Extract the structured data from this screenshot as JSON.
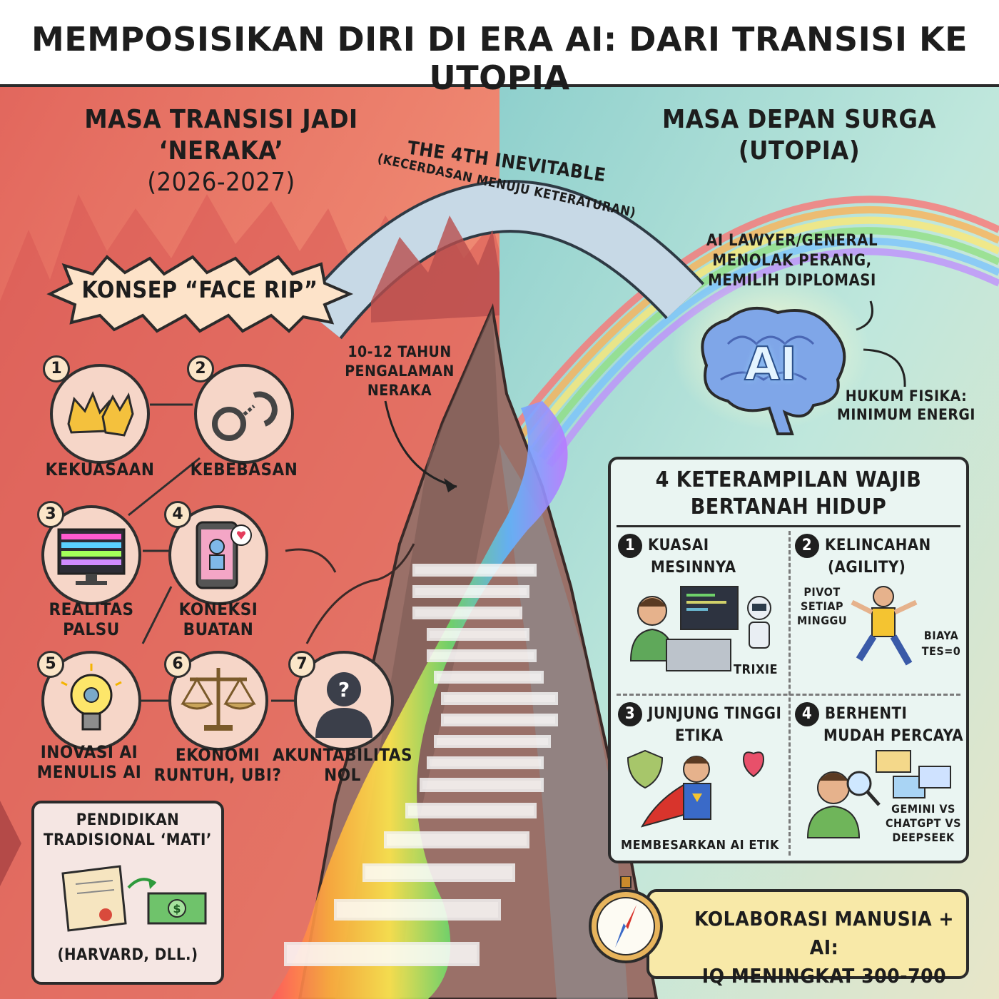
{
  "header": {
    "title": "MEMPOSISIKAN DIRI DI ERA AI: DARI TRANSISI KE UTOPIA"
  },
  "left": {
    "heading_line1": "MASA TRANSISI JADI",
    "heading_line2": "‘NERAKA’",
    "heading_years": "(2026-2027)",
    "face_rip": "KONSEP “FACE RIP”",
    "items": [
      {
        "num": "1",
        "label": "KEKUASAAN",
        "icon": "crown-icon"
      },
      {
        "num": "2",
        "label": "KEBEBASAN",
        "icon": "handcuffs-icon"
      },
      {
        "num": "3",
        "label1": "REALITAS",
        "label2": "PALSU",
        "icon": "glitch-monitor-icon"
      },
      {
        "num": "4",
        "label1": "KONEKSI",
        "label2": "BUATAN",
        "icon": "phone-robot-icon"
      },
      {
        "num": "5",
        "label1": "INOVASI AI",
        "label2": "MENULIS AI",
        "icon": "lightbulb-gear-icon"
      },
      {
        "num": "6",
        "label1": "EKONOMI",
        "label2": "RUNTUH, UBI?",
        "icon": "scales-icon"
      },
      {
        "num": "7",
        "label1": "AKUNTABILITAS",
        "label2": "NOL",
        "icon": "faceless-person-icon"
      }
    ],
    "education": {
      "line1": "PENDIDIKAN",
      "line2": "TRADISIONAL ‘MATI’",
      "note": "(HARVARD, DLL.)"
    }
  },
  "arch": {
    "line1": "THE 4TH INEVITABLE",
    "line2": "(KECERDASAN MENUJU KETERATURAN)"
  },
  "mountain_note": {
    "line1": "10-12 TAHUN",
    "line2": "PENGALAMAN",
    "line3": "NERAKA"
  },
  "right": {
    "heading_line1": "MASA DEPAN SURGA",
    "heading_line2": "(UTOPIA)",
    "ai_note": {
      "line1": "AI LAWYER/GENERAL",
      "line2": "MENOLAK PERANG,",
      "line3": "MEMILIH DIPLOMASI"
    },
    "brain_label": "AI",
    "physics": {
      "line1": "HUKUM FISIKA:",
      "line2": "MINIMUM ENERGI"
    },
    "skills_title_line1": "4 KETERAMPILAN WAJIB",
    "skills_title_line2": "BERTANAH HIDUP",
    "skills": [
      {
        "num": "1",
        "line1": "KUASAI",
        "line2": "MESINNYA",
        "note": "TRIXIE"
      },
      {
        "num": "2",
        "line1": "KELINCAHAN",
        "line2": "(AGILITY)",
        "note1": "PIVOT",
        "note2": "SETIAP",
        "note3": "MINGGU",
        "note4": "BIAYA",
        "note5": "TES=0"
      },
      {
        "num": "3",
        "line1": "JUNJUNG TINGGI",
        "line2": "ETIKA",
        "note": "MEMBESARKAN AI ETIK"
      },
      {
        "num": "4",
        "line1": "BERHENTI",
        "line2": "MUDAH PERCAYA",
        "note1": "GEMINI VS",
        "note2": "CHATGPT VS",
        "note3": "DEEPSEEK"
      }
    ],
    "collab": {
      "line1": "KOLABORASI MANUSIA + AI:",
      "line2": "IQ MENINGKAT 300-700"
    }
  },
  "colors": {
    "left_bg": "#e4776a",
    "right_bg": "#a9dcd3",
    "panel": "#f3e7e0",
    "accent_yellow": "#f8e9a8"
  }
}
